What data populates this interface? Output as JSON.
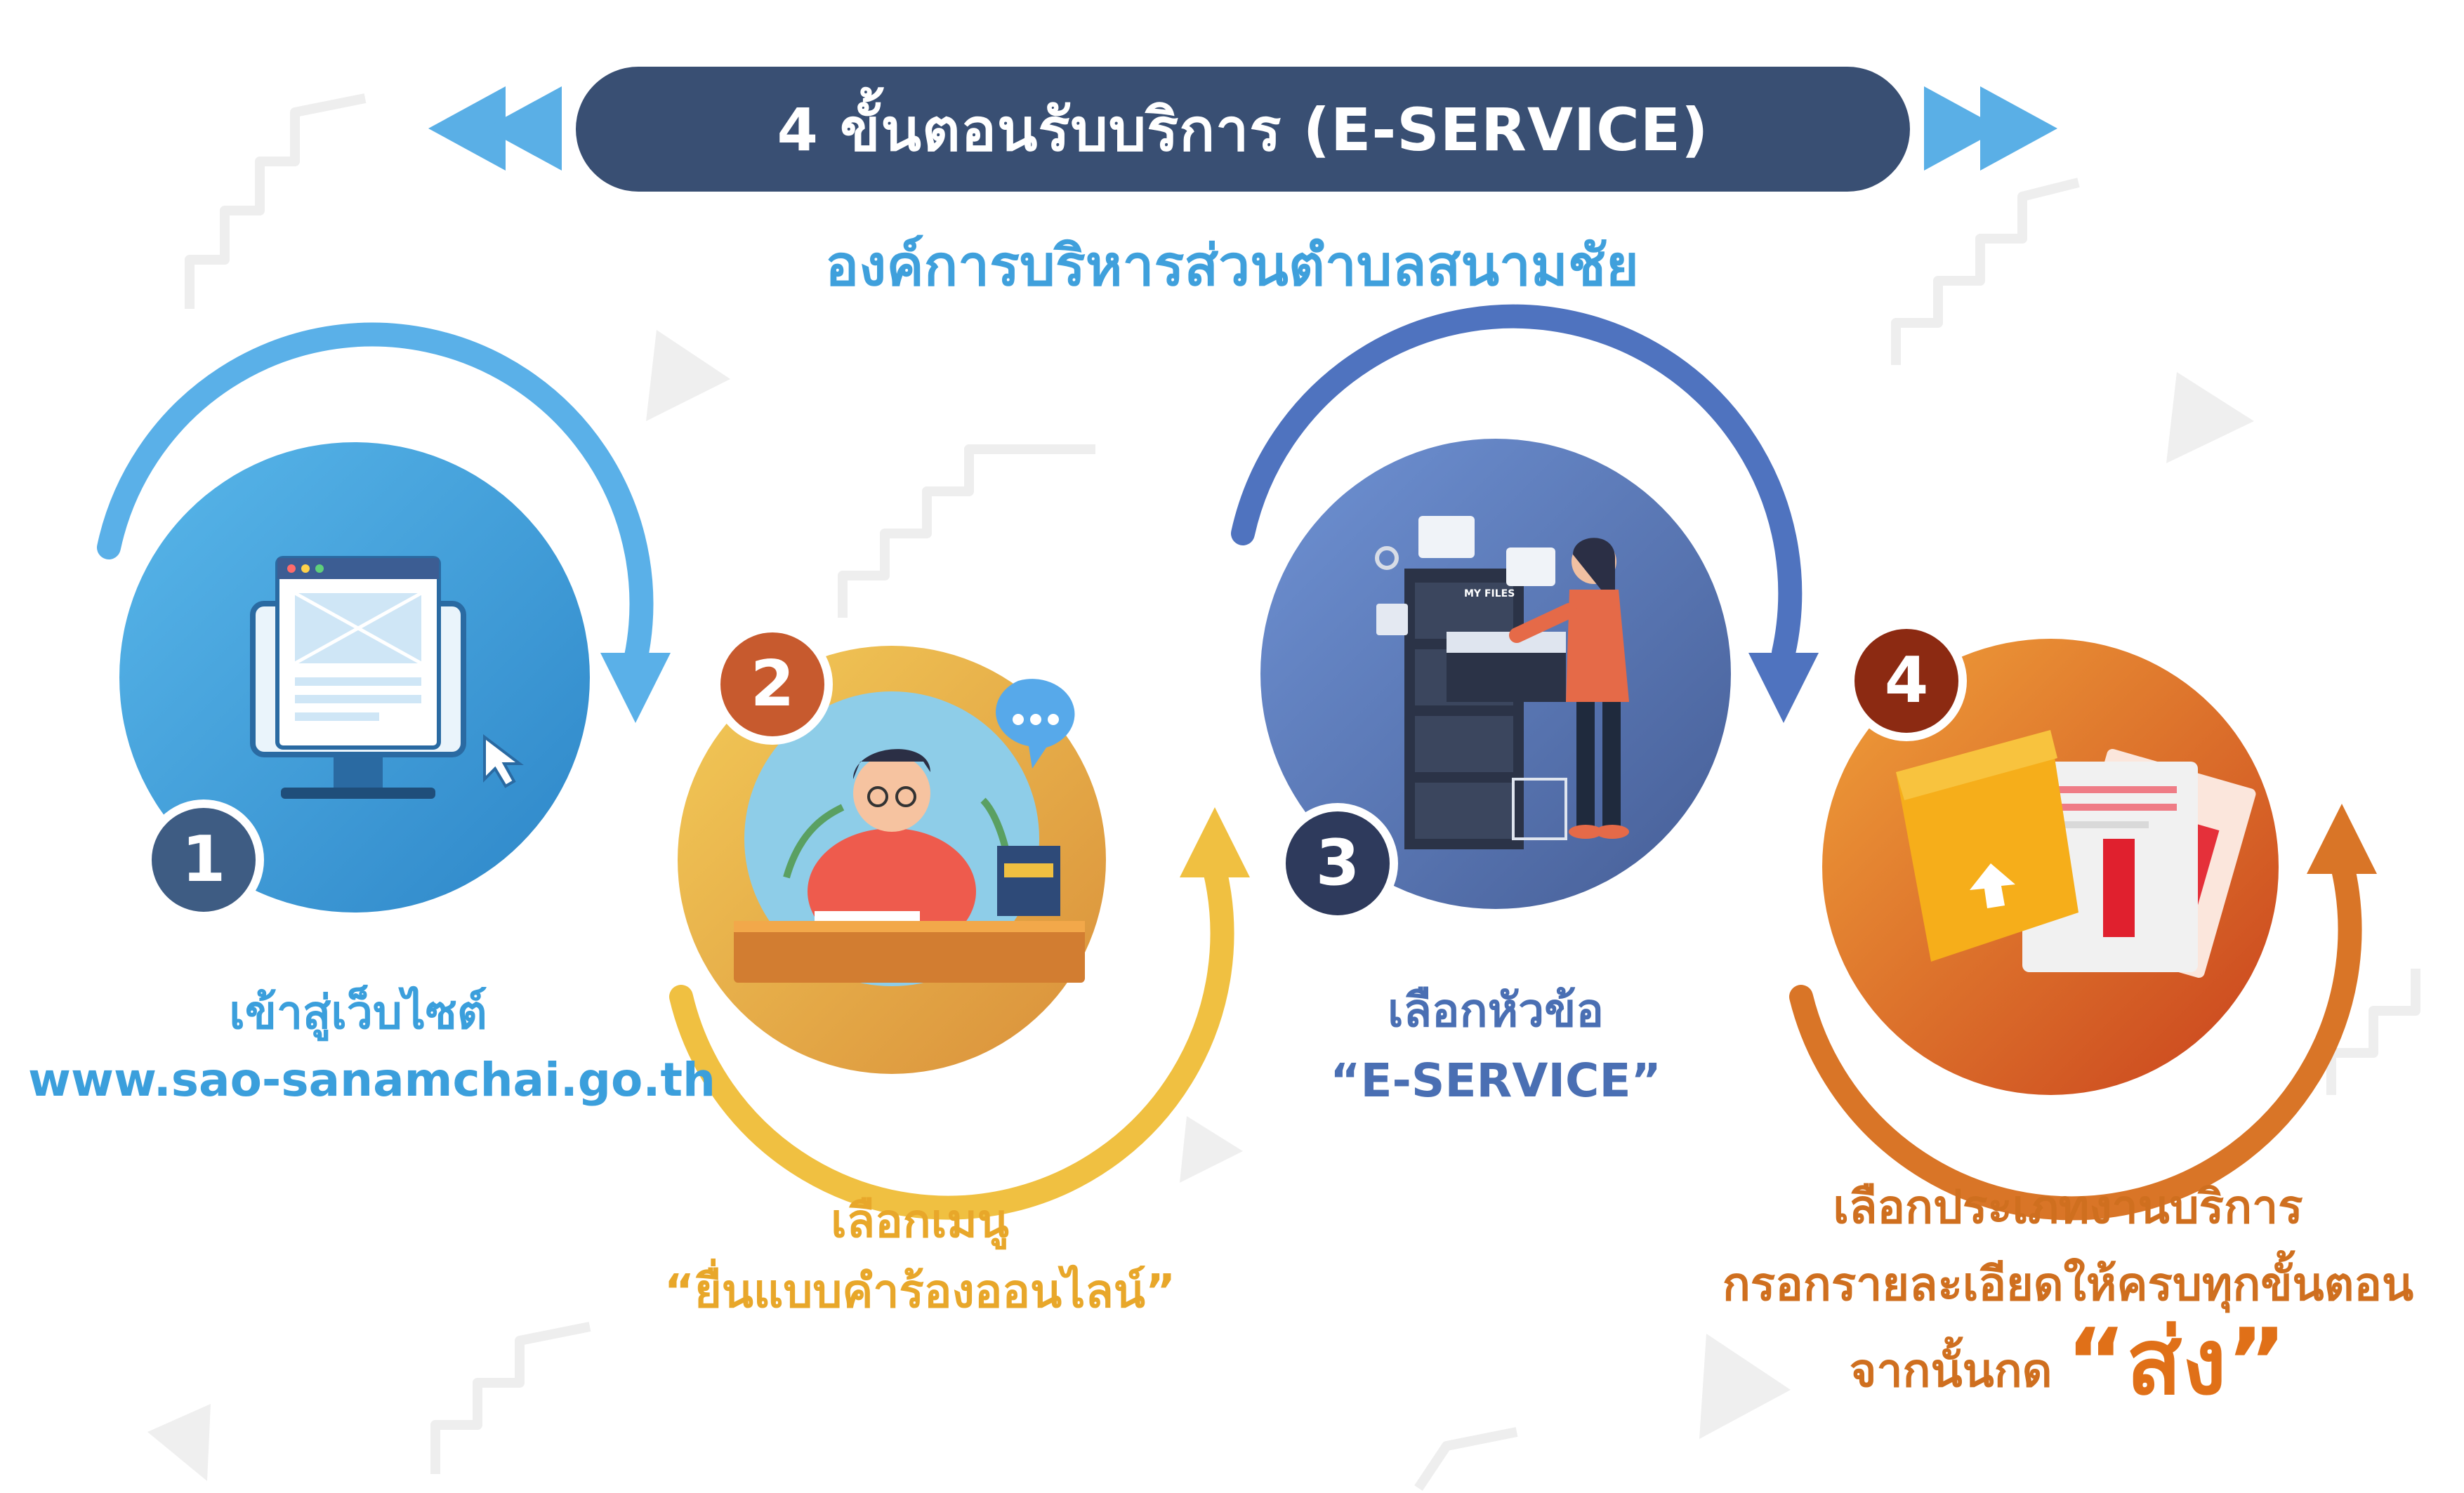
{
  "header": {
    "title": "4 ขั้นตอนรับบริการ (E-SERVICE)",
    "subtitle": "องค์การบริหารส่วนตำบลสนามชัย"
  },
  "steps": [
    {
      "number": "1",
      "line1": "เข้าสู่เว็บไซต์",
      "line2": "www.sao-sanamchai.go.th"
    },
    {
      "number": "2",
      "line1": "เลือกเมนู",
      "line2": "“ยื่นแบบคำร้องออนไลน์”"
    },
    {
      "number": "3",
      "line1": "เลือกหัวข้อ",
      "line2": "“E-SERVICE”"
    },
    {
      "number": "4",
      "line1": "เลือกประเภทงานบริการ",
      "line2": "กรอกรายละเอียดให้ครบทุกขั้นตอน",
      "line3": "จากนั้นกด",
      "emphasis": "“ส่ง”"
    }
  ],
  "illustrations": {
    "monitor_label": "",
    "cabinet_label": "MY FILES"
  },
  "colors": {
    "title_bar": "#394f73",
    "step1": "#3b9fdc",
    "step2": "#e8b845",
    "step3": "#5a7dc2",
    "step4": "#e07b2a"
  }
}
